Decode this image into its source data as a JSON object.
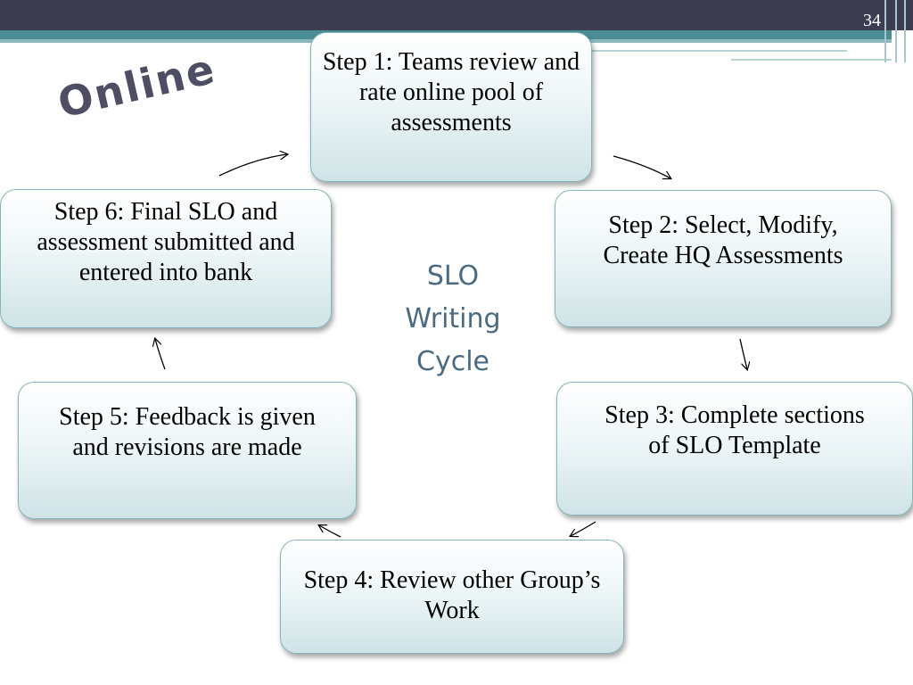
{
  "slide": {
    "number": "34"
  },
  "side_label": "Online",
  "center_title": [
    "SLO",
    "Writing",
    "Cycle"
  ],
  "steps": [
    {
      "id": 1,
      "text": "Step 1:  Teams review and rate online pool of assessments"
    },
    {
      "id": 2,
      "text": "Step 2:  Select, Modify, Create HQ Assessments"
    },
    {
      "id": 3,
      "text": "Step 3:  Complete sections of SLO Template"
    },
    {
      "id": 4,
      "text": "Step 4:  Review other Group’s Work"
    },
    {
      "id": 5,
      "text": "Step 5:  Feedback is given and revisions are made"
    },
    {
      "id": 6,
      "text": "Step 6:  Final SLO and assessment submitted and entered into bank"
    }
  ],
  "colors": {
    "header": "#3d3d52",
    "accent": "#4a8e94",
    "box_border": "#86b4bc",
    "title": "#4b6b80"
  }
}
